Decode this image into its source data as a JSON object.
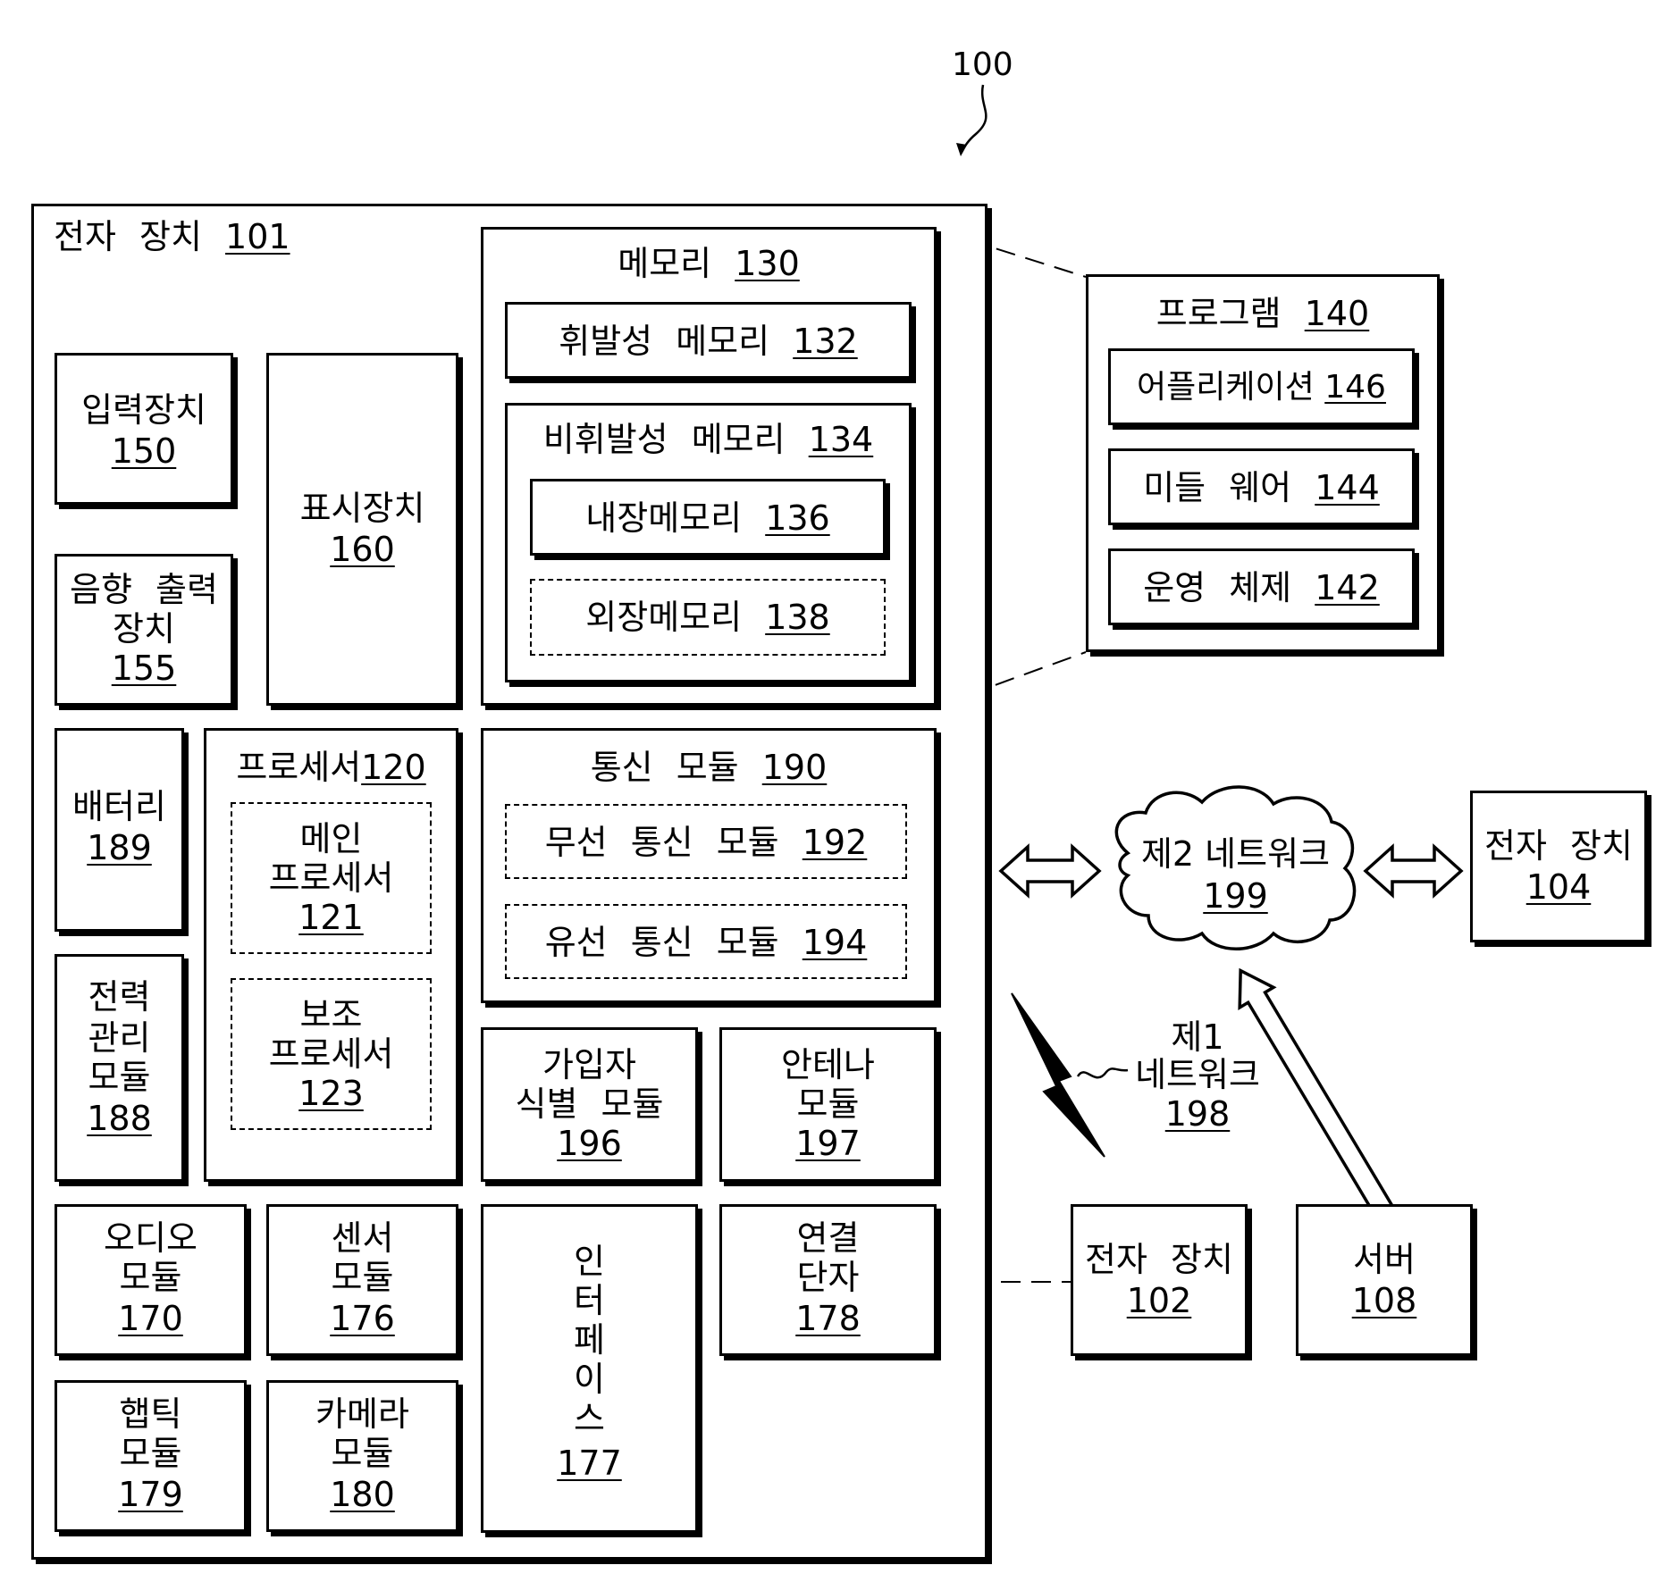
{
  "figure_ref": "100",
  "device": {
    "title": "전자 장치",
    "num": "101"
  },
  "memory": {
    "title": "메모리",
    "num": "130"
  },
  "volatile": {
    "title": "휘발성 메모리",
    "num": "132"
  },
  "nonvolatile": {
    "title": "비휘발성 메모리",
    "num": "134"
  },
  "internal": {
    "title": "내장메모리",
    "num": "136"
  },
  "external": {
    "title": "외장메모리",
    "num": "138"
  },
  "program": {
    "title": "프로그램",
    "num": "140"
  },
  "application": {
    "title": "어플리케이션",
    "num": "146"
  },
  "middleware": {
    "title": "미들 웨어",
    "num": "144"
  },
  "os": {
    "title": "운영 체제",
    "num": "142"
  },
  "input": {
    "title": "입력장치",
    "num": "150"
  },
  "sound": {
    "line1": "음향 출력",
    "line2": "장치",
    "num": "155"
  },
  "display": {
    "title": "표시장치",
    "num": "160"
  },
  "battery": {
    "title": "배터리",
    "num": "189"
  },
  "power": {
    "line1": "전력",
    "line2": "관리",
    "line3": "모듈",
    "num": "188"
  },
  "processor": {
    "title": "프로세서",
    "num": "120"
  },
  "main_proc": {
    "line1": "메인",
    "line2": "프로세서",
    "num": "121"
  },
  "aux_proc": {
    "line1": "보조",
    "line2": "프로세서",
    "num": "123"
  },
  "comm": {
    "title": "통신 모듈",
    "num": "190"
  },
  "wireless": {
    "title": "무선 통신 모듈",
    "num": "192"
  },
  "wired": {
    "title": "유선 통신 모듈",
    "num": "194"
  },
  "sim": {
    "line1": "가입자",
    "line2": "식별 모듈",
    "num": "196"
  },
  "antenna": {
    "line1": "안테나",
    "line2": "모듈",
    "num": "197"
  },
  "audio": {
    "line1": "오디오",
    "line2": "모듈",
    "num": "170"
  },
  "sensor": {
    "line1": "센서",
    "line2": "모듈",
    "num": "176"
  },
  "interface": {
    "chars": [
      "인",
      "터",
      "페",
      "이",
      "스"
    ],
    "num": "177"
  },
  "connector": {
    "line1": "연결",
    "line2": "단자",
    "num": "178"
  },
  "haptic": {
    "line1": "햅틱",
    "line2": "모듈",
    "num": "179"
  },
  "camera": {
    "line1": "카메라",
    "line2": "모듈",
    "num": "180"
  },
  "network2": {
    "title": "제2 네트워크",
    "num": "199"
  },
  "network1": {
    "line1": "제1",
    "line2": "네트워크",
    "num": "198"
  },
  "device104": {
    "title": "전자 장치",
    "num": "104"
  },
  "device102": {
    "title": "전자 장치",
    "num": "102"
  },
  "server": {
    "title": "서버",
    "num": "108"
  }
}
